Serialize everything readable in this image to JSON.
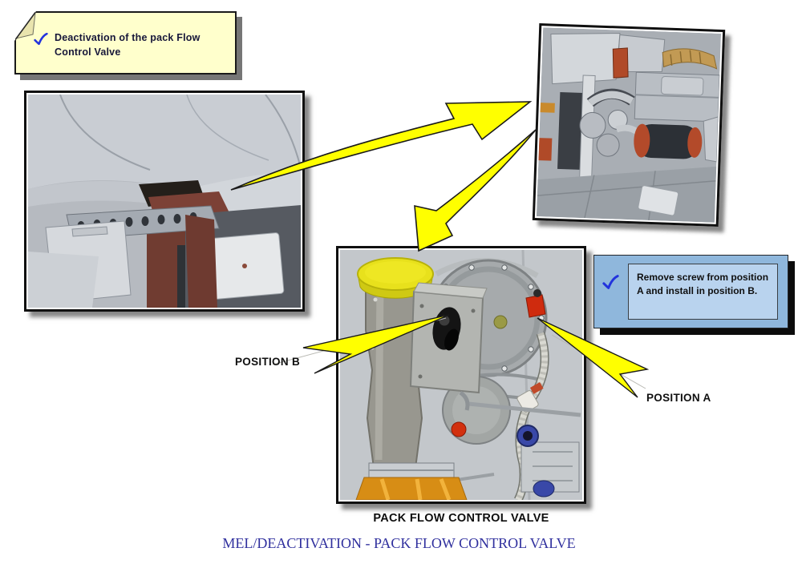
{
  "notes": {
    "deactivation": {
      "text": "Deactivation of the pack Flow Control Valve"
    },
    "remove_screw": {
      "text": "Remove screw from position A and install in position B."
    }
  },
  "labels": {
    "position_b": "POSITION B",
    "position_a": "POSITION A"
  },
  "captions": {
    "valve_photo": "PACK FLOW CONTROL VALVE"
  },
  "footer": {
    "title": "MEL/DEACTIVATION - PACK FLOW CONTROL VALVE"
  },
  "icons": {
    "note_check": "check-icon",
    "blue_note_check": "check-icon"
  },
  "colors": {
    "sticky_note_bg": "#FFFFCC",
    "blue_note_bg": "#8FB7DC",
    "blue_note_inner_bg": "#B9D3EE",
    "arrow_fill": "#FFFF00",
    "arrow_stroke": "#1A1A1A",
    "checkmark": "#2233DD",
    "footer_title": "#30309E",
    "label_text": "#101010"
  }
}
